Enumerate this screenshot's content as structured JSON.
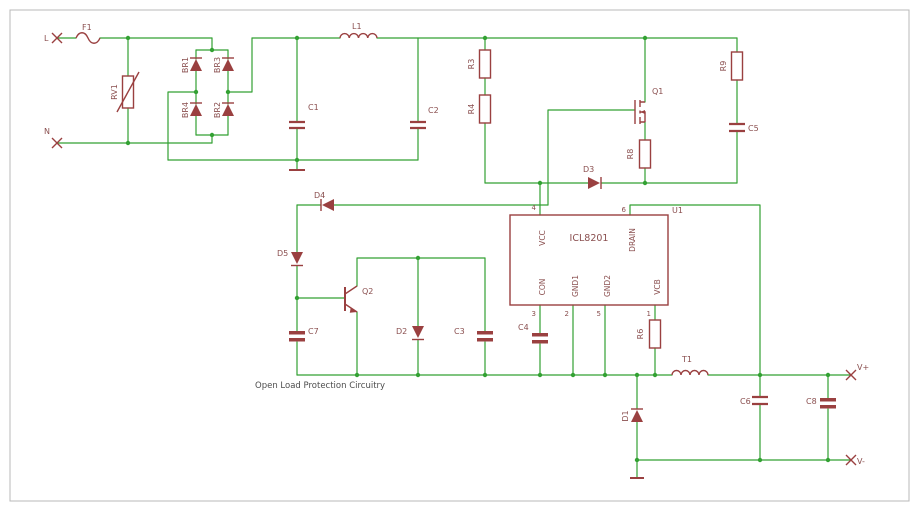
{
  "colors": {
    "wire_green": "#33a133",
    "part_maroon": "#9a4040",
    "label_text": "#8a4f4f",
    "note_text": "#4d4d4d",
    "frame_gray": "#b8b8b8"
  },
  "terminals": {
    "live": "L",
    "neutral": "N",
    "v_plus": "V+",
    "v_minus": "V-"
  },
  "components": {
    "F1": "F1",
    "RV1": "RV1",
    "BR1": "BR1",
    "BR3": "BR3",
    "BR4": "BR4",
    "BR2": "BR2",
    "C1": "C1",
    "C2": "C2",
    "L1": "L1",
    "R3": "R3",
    "R4": "R4",
    "Q1": "Q1",
    "R8": "R8",
    "R9": "R9",
    "C5": "C5",
    "D3": "D3",
    "D4": "D4",
    "D5": "D5",
    "Q2": "Q2",
    "C7": "C7",
    "D2": "D2",
    "C3": "C3",
    "C4": "C4",
    "R6": "R6",
    "T1": "T1",
    "C6": "C6",
    "C8": "C8",
    "D1": "D1"
  },
  "ic": {
    "ref": "U1",
    "part": "ICL8201",
    "pins": {
      "vcc": {
        "name": "VCC",
        "number": "4"
      },
      "drain": {
        "name": "DRAIN",
        "number": "6"
      },
      "con": {
        "name": "CON",
        "number": "3"
      },
      "gnd1": {
        "name": "GND1",
        "number": "2"
      },
      "gnd2": {
        "name": "GND2",
        "number": "5"
      },
      "vcb": {
        "name": "VCB",
        "number": "1"
      }
    }
  },
  "note": "Open Load Protection Circuitry"
}
